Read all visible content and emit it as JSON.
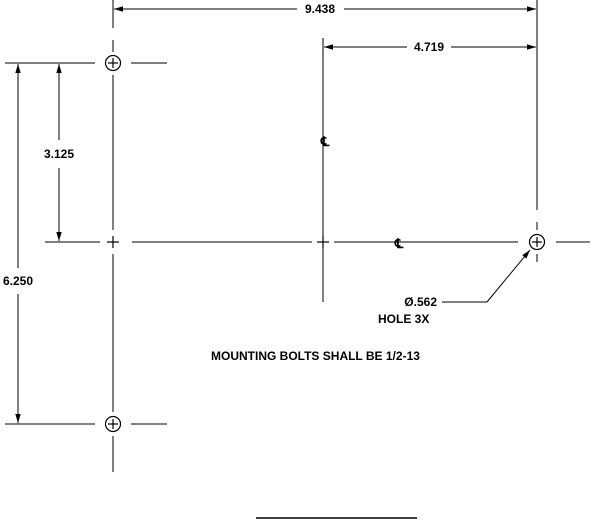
{
  "dimensions": {
    "overall_width": "9.438",
    "half_width": "4.719",
    "half_height": "3.125",
    "overall_height": "6.250"
  },
  "hole_callout": {
    "diameter": "Ø.562",
    "quantity": "HOLE 3X"
  },
  "centerline_symbol": "℄",
  "note": "MOUNTING BOLTS SHALL BE 1/2-13"
}
